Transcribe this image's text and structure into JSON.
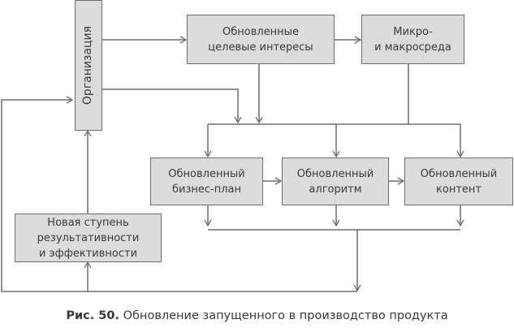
{
  "nodes": {
    "organization": "Организация",
    "target_interests": "Обновленные\nцелевые интересы",
    "macro_env": "Микро-\nи макросреда",
    "business_plan": "Обновленный\nбизнес-план",
    "algorithm": "Обновленный\nалгоритм",
    "content": "Обновленный\nконтент",
    "new_level": "Новая ступень\nрезультативности\nи эффективности"
  },
  "caption": {
    "label": "Рис. 50.",
    "text": " Обновление запущенного в производство продукта"
  },
  "colors": {
    "box_fill": "#dcdcdc",
    "line": "#6e6e6e"
  }
}
